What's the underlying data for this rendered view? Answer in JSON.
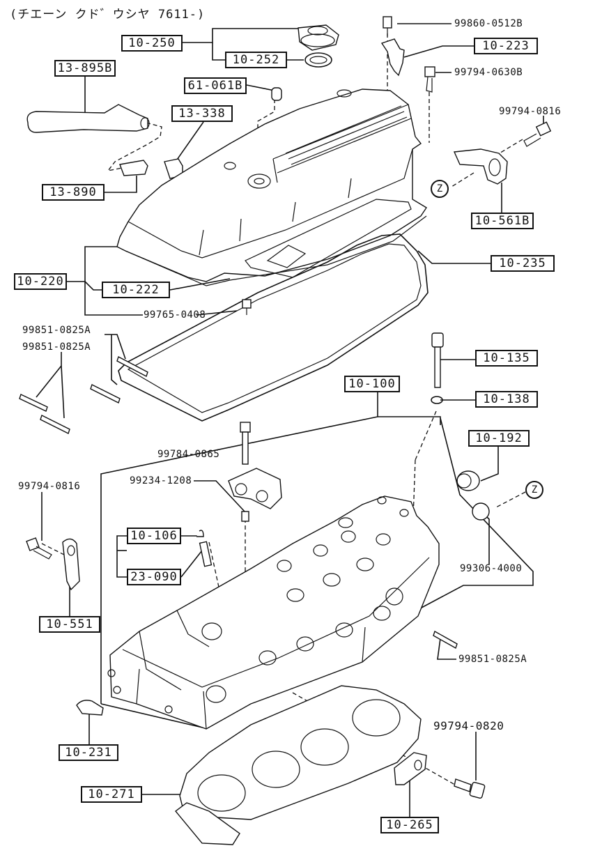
{
  "title": "(チエーン クド゛ウシヤ 7611-)",
  "boxes": {
    "b10_250": "10-250",
    "b10_252": "10-252",
    "b10_223": "10-223",
    "b13_895b": "13-895B",
    "b61_061b": "61-061B",
    "b13_338": "13-338",
    "b13_890": "13-890",
    "b10_561b": "10-561B",
    "b10_235": "10-235",
    "b10_220": "10-220",
    "b10_222": "10-222",
    "b10_135": "10-135",
    "b10_100": "10-100",
    "b10_138": "10-138",
    "b10_192": "10-192",
    "b10_106": "10-106",
    "b23_090": "23-090",
    "b10_551": "10-551",
    "b10_231": "10-231",
    "b10_271": "10-271",
    "b10_265": "10-265"
  },
  "numbers": {
    "n99860_0512b": "99860-0512B",
    "n99794_0630b": "99794-0630B",
    "n99794_0816a": "99794-0816",
    "n99765_0408": "99765-0408",
    "n99851_0825a_1": "99851-0825A",
    "n99851_0825a_2": "99851-0825A",
    "n99784_0865": "99784-0865",
    "n99234_1208": "99234-1208",
    "n99794_0816b": "99794-0816",
    "n99306_4000": "99306-4000",
    "n99851_0825a_3": "99851-0825A",
    "n99794_0820": "99794-0820"
  },
  "markers": {
    "z1": "Z",
    "z2": "Z"
  }
}
